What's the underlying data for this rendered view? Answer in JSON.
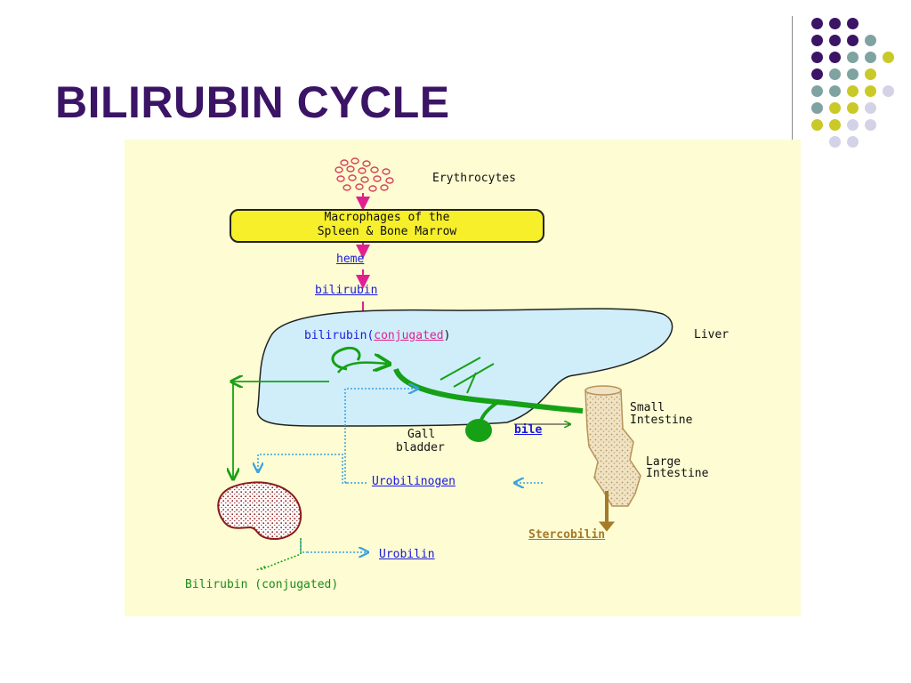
{
  "slide": {
    "title": "BILIRUBIN CYCLE"
  },
  "decor": {
    "dot_colors": {
      "purple": "#3b1466",
      "teal": "#7fa3a0",
      "olive": "#c9c928",
      "lavender": "#d4d2e6"
    }
  },
  "diagram": {
    "erythrocytes": "Erythrocytes",
    "macrophages_line1": "Macrophages of the",
    "macrophages_line2": "Spleen & Bone Marrow",
    "heme": "heme",
    "bilirubin": "bilirubin",
    "liver_bilirubin": "bilirubin(",
    "conjugated": "conjugated",
    "close_paren": ")",
    "liver": "Liver",
    "small_intestine_1": "Small",
    "small_intestine_2": "Intestine",
    "gall": "Gall",
    "bladder": "bladder",
    "bile": "bile",
    "large_intestine_1": "Large",
    "large_intestine_2": "Intestine",
    "urobilinogen": "Urobilinogen",
    "stercobilin": "Stercobilin",
    "urobilin": "Urobilin",
    "kidney_output": "Bilirubin (conjugated)"
  },
  "colors": {
    "panel_bg": "#fdfcd2",
    "liver_fill": "#cfeefa",
    "pink_arrow": "#e0208f",
    "green_path": "#16a016",
    "blue_dotted": "#3aa0e0",
    "kidney": "#8a1a1a",
    "intestine": "#d4b98a",
    "stercobilin_arrow": "#a57a2a"
  }
}
